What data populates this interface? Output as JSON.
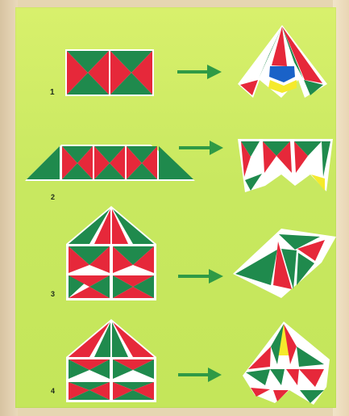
{
  "colors": {
    "green": "#1f8a4d",
    "red": "#e6283a",
    "white": "#ffffff",
    "blue": "#1a62c8",
    "yellow": "#f5ea2c",
    "background": "#d3ee66",
    "arrow": "#2f9a45"
  },
  "steps": [
    {
      "number": "1"
    },
    {
      "number": "2"
    },
    {
      "number": "3"
    },
    {
      "number": "4"
    }
  ]
}
